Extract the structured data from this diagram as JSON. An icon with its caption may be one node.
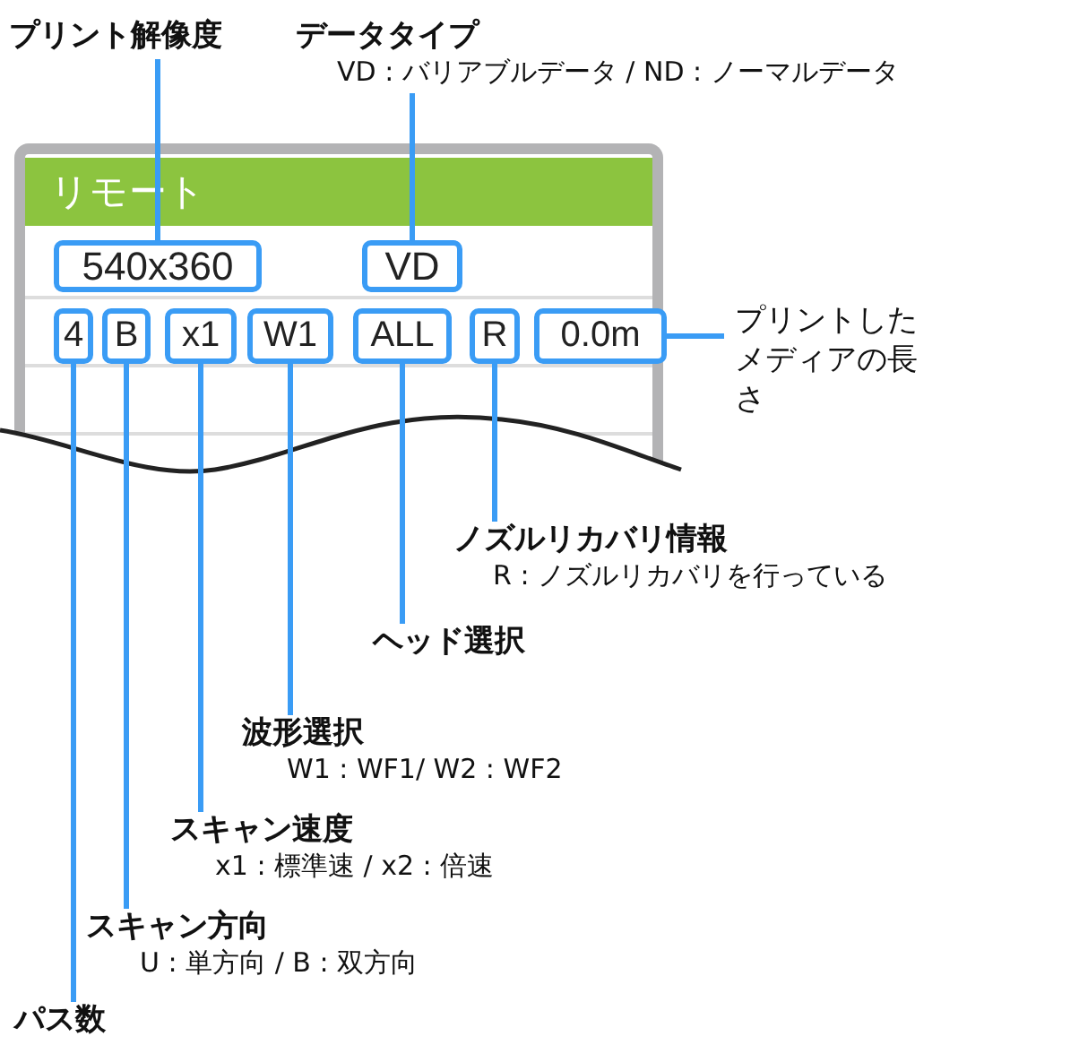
{
  "diagram": {
    "nodes": [
      {
        "text": [
          "リモート"
        ]
      },
      {
        "text": [
          "540x360"
        ],
        "in": 0
      },
      {
        "text": [
          "VD"
        ],
        "in": 0
      },
      {
        "text": [
          "4"
        ],
        "in": 0
      },
      {
        "text": [
          "B"
        ],
        "in": 0
      },
      {
        "text": [
          "x1"
        ],
        "in": 0
      },
      {
        "text": [
          "W1"
        ],
        "in": 0
      },
      {
        "text": [
          "ALL"
        ],
        "in": 0
      },
      {
        "text": [
          "R"
        ],
        "in": 0
      },
      {
        "text": [
          "0.0m"
        ],
        "in": 0
      },
      {
        "text": [
          "プリント解像度"
        ]
      },
      {
        "text": [
          "データタイプ",
          "VD : バリアブルデータ / ND : ノーマルデータ"
        ]
      },
      {
        "text": [
          "プリントしたメディアの長さ"
        ]
      },
      {
        "text": [
          "ノズルリカバリ情報",
          "R : ノズルリカバリを行っている"
        ]
      },
      {
        "text": [
          "ヘッド選択"
        ]
      },
      {
        "text": [
          "波形選択",
          "W1 : WF1/ W2 : WF2"
        ]
      },
      {
        "text": [
          "スキャン速度",
          "x1 : 標準速 / x2 : 倍速"
        ]
      },
      {
        "text": [
          "スキャン方向",
          "U : 単方向 / B : 双方向"
        ]
      },
      {
        "text": [
          "パス数"
        ]
      }
    ],
    "edges": [
      {
        "from": 10,
        "to": 1,
        "arrow": "none"
      },
      {
        "from": 11,
        "to": 2,
        "arrow": "none"
      },
      {
        "from": 12,
        "to": 9,
        "arrow": "none"
      },
      {
        "from": 13,
        "to": 8,
        "arrow": "none"
      },
      {
        "from": 14,
        "to": 7,
        "arrow": "none"
      },
      {
        "from": 15,
        "to": 6,
        "arrow": "none"
      },
      {
        "from": 16,
        "to": 5,
        "arrow": "none"
      },
      {
        "from": 17,
        "to": 4,
        "arrow": "none"
      },
      {
        "from": 18,
        "to": 3,
        "arrow": "none"
      }
    ]
  }
}
